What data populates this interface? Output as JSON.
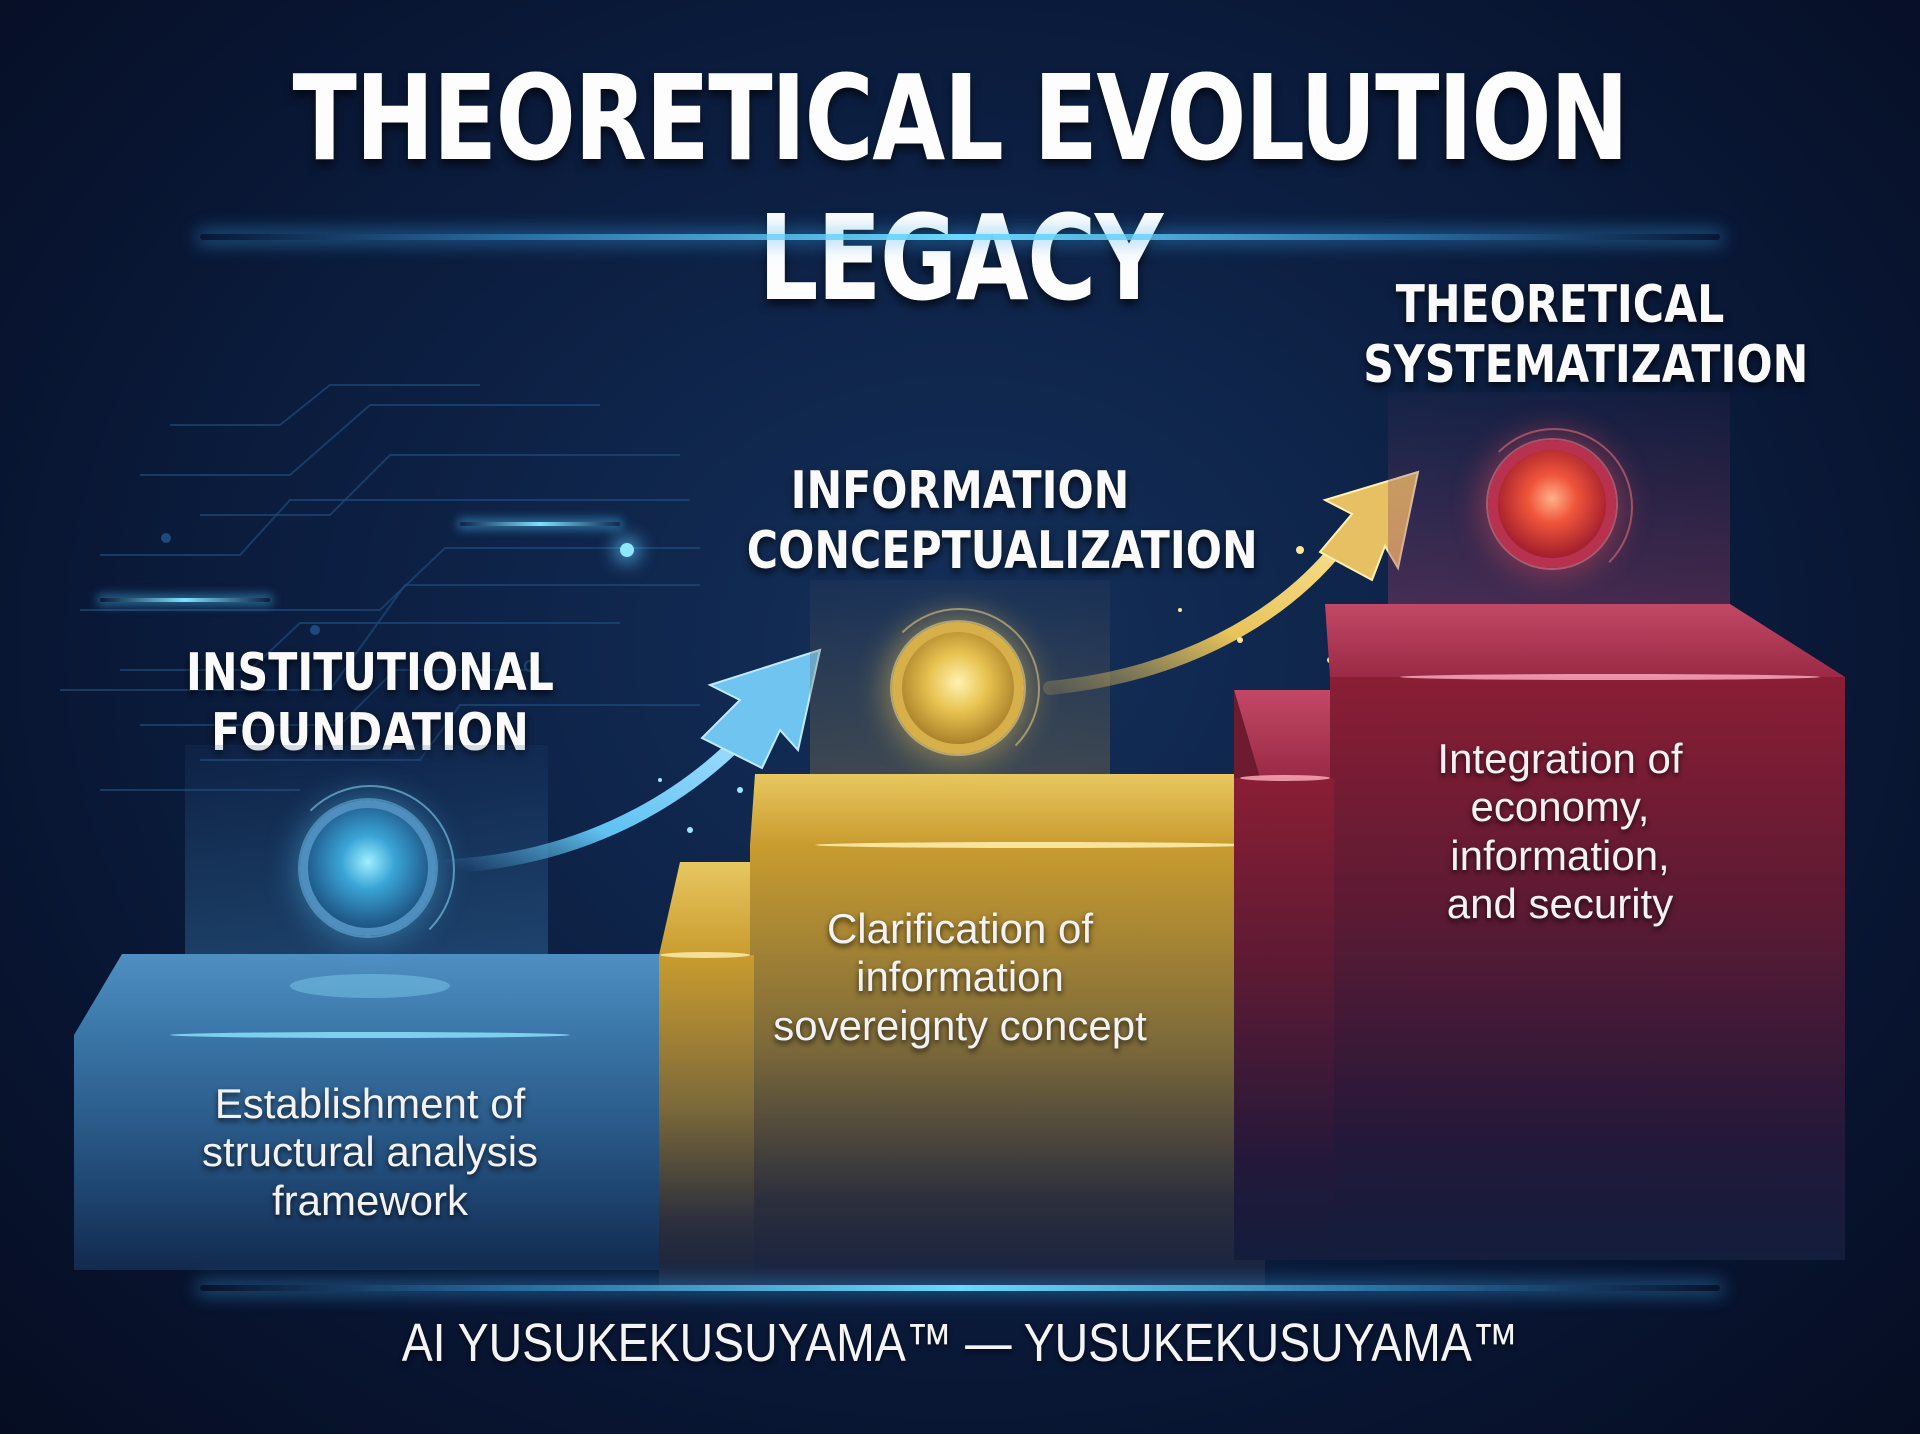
{
  "title": "THEORETICAL EVOLUTION LEGACY",
  "stages": [
    {
      "label_line1": "INSTITUTIONAL",
      "label_line2": "FOUNDATION",
      "desc_line1": "Establishment of",
      "desc_line2": "structural analysis",
      "desc_line3": "framework",
      "color": "#3e7fb0",
      "icon": "blue-orb-icon"
    },
    {
      "label_line1": "INFORMATION",
      "label_line2": "CONCEPTUALIZATION",
      "desc_line1": "Clarification of",
      "desc_line2": "information",
      "desc_line3": "sovereignty concept",
      "color": "#d4ab3c",
      "icon": "gold-orb-icon"
    },
    {
      "label_line1": "THEORETICAL",
      "label_line2": "SYSTEMATIZATION",
      "desc_line1": "Integration of",
      "desc_line2": "economy,",
      "desc_line3": "information,",
      "desc_line4": "and security",
      "color": "#a3263f",
      "icon": "red-orb-icon"
    }
  ],
  "arrows": [
    {
      "from": "INSTITUTIONAL FOUNDATION",
      "to": "INFORMATION CONCEPTUALIZATION",
      "color": "#5ec2f2"
    },
    {
      "from": "INFORMATION CONCEPTUALIZATION",
      "to": "THEORETICAL SYSTEMATIZATION",
      "color": "#e8c35a"
    }
  ],
  "footer": "AI YUSUKEKUSUYAMA™ — YUSUKEKUSUYAMA™",
  "colors": {
    "background": "#0b1a3a",
    "accent_glow": "#6ad8ff",
    "blue": "#3e7fb0",
    "gold": "#d4ab3c",
    "red": "#a3263f"
  }
}
